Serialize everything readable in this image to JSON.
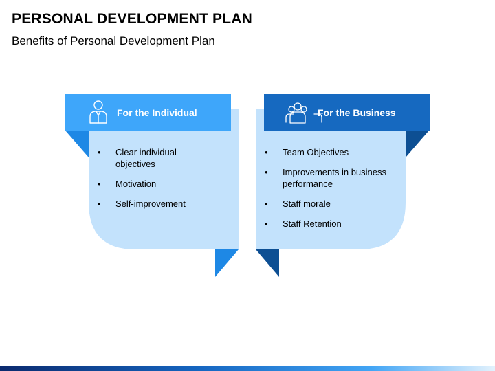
{
  "slide": {
    "title": "PERSONAL DEVELOPMENT PLAN",
    "subtitle": "Benefits of Personal Development Plan"
  },
  "colors": {
    "card_fill": "#c3e2fc",
    "individual_header": "#3ea6fa",
    "individual_fold": "#1e88e5",
    "business_header": "#1669c0",
    "business_fold": "#0d4f93",
    "text": "#000000"
  },
  "cards": [
    {
      "heading": "For the Individual",
      "icon": "person-icon",
      "items": [
        "Clear individual objectives",
        "Motivation",
        "Self-improvement"
      ]
    },
    {
      "heading": "For the Business",
      "icon": "team-icon",
      "items": [
        "Team Objectives",
        "Improvements in business performance",
        "Staff morale",
        "Staff Retention"
      ]
    }
  ]
}
